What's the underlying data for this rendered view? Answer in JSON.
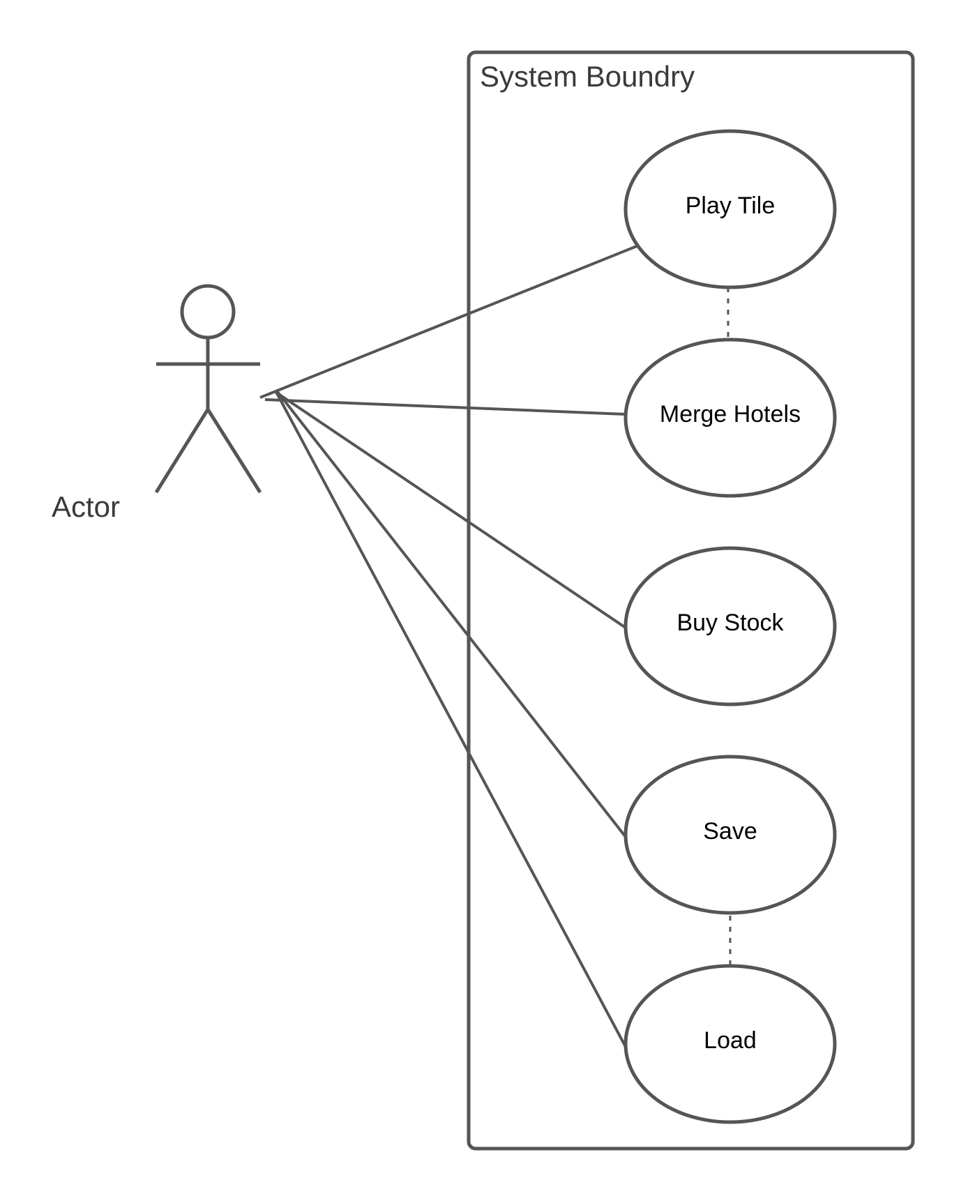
{
  "boundary": {
    "label": "System Boundry"
  },
  "actor": {
    "label": "Actor"
  },
  "use_cases": [
    {
      "label": "Play Tile"
    },
    {
      "label": "Merge Hotels"
    },
    {
      "label": "Buy Stock"
    },
    {
      "label": "Save"
    },
    {
      "label": "Load"
    }
  ],
  "colors": {
    "stroke": "#555555",
    "text": "#000000",
    "background": "#ffffff"
  }
}
